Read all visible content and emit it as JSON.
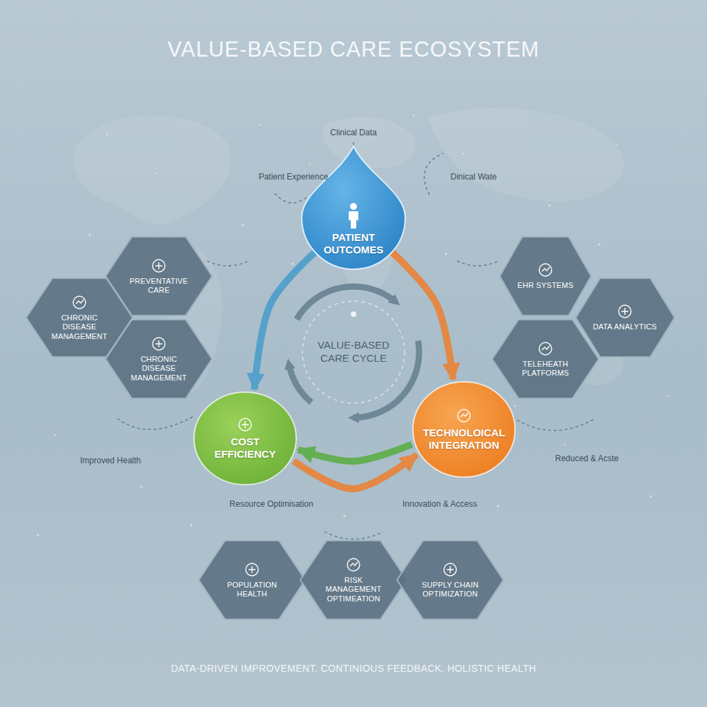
{
  "diagram": {
    "title": "VALUE-BASED CARE ECOSYSTEM",
    "caption": "DATA-DRIVEN IMPROVEMENT. CONTINIOUS FEEDBACK. HOLISTIC HEALTH",
    "nodes": [
      {
        "text": [
          "PATIENT OUTCOMES"
        ]
      },
      {
        "text": [
          "PREVENTATIVE CARE"
        ]
      },
      {
        "text": [
          "CHRONIC DISEASE MANAGEMENT"
        ]
      },
      {
        "text": [
          "CHRONIC DISEASE MANAGEMENT"
        ]
      },
      {
        "text": [
          "EHR SYSTEMS"
        ]
      },
      {
        "text": [
          "DATA ANALYTICS"
        ]
      },
      {
        "text": [
          "TELEHEATH PLATFORMS"
        ]
      },
      {
        "text": [
          "COST EFFICIENCY"
        ]
      },
      {
        "text": [
          "TECHNOLOICAL INTEGRATION"
        ]
      },
      {
        "text": [
          "POPULATION HEALTH"
        ]
      },
      {
        "text": [
          "RISK MANAGEMENT OPTIMEATION"
        ]
      },
      {
        "text": [
          "SUPPLY CHAIN OPTIMIZATION"
        ]
      }
    ],
    "edges": [
      {
        "from": 0,
        "to": 7,
        "arrow": "to"
      },
      {
        "from": 0,
        "to": 8,
        "arrow": "to"
      },
      {
        "from": 8,
        "to": 7,
        "arrow": "to"
      },
      {
        "from": 7,
        "to": 8,
        "arrow": "to"
      }
    ],
    "labels": [
      "Clinical Data",
      "Patient Experience",
      "Dinical Wate",
      "VALUE-BASED CARE CYCLE",
      "Improved Health",
      "Reduced & Acste",
      "Resource Optimisation",
      "Innovation & Access"
    ]
  }
}
